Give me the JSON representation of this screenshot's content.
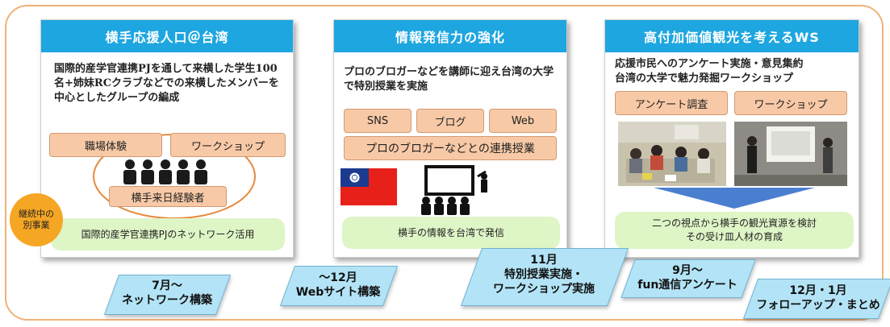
{
  "panels": [
    {
      "title": "横手応援人口＠台湾",
      "text": "国際的産学官連携PJを通して来横した学生100名+姉妹RCクラブなどでの来横したメンバーを中心としたグループの編成",
      "chips": [
        "職場体験",
        "ワークショップ",
        "横手来日経験者"
      ],
      "green": "国際的産学官連携PJのネットワーク活用"
    },
    {
      "title": "情報発信力の強化",
      "text": "プロのブロガーなどを講師に迎え台湾の大学で特別授業を実施",
      "chips": [
        "SNS",
        "ブログ",
        "Web",
        "プロのブロガーなどとの連携授業"
      ],
      "green": "横手の情報を台湾で発信"
    },
    {
      "title": "高付加価値観光を考えるWS",
      "text_line1": "応援市民へのアンケート実施・意見集約",
      "text_line2": "台湾の大学で魅力発掘ワークショップ",
      "chips": [
        "アンケート調査",
        "ワークショップ"
      ],
      "green_line1": "二つの視点から横手の観光資源を検討",
      "green_line2": "その受け皿人材の育成"
    }
  ],
  "badge": "継続中の\n別事業",
  "timeline": [
    "7月～\nネットワーク構築",
    "～12月\nWebサイト構築",
    "11月\n特別授業実施・\nワークショップ実施",
    "9月～\nfun通信アンケート",
    "12月・1月\nフォローアップ・まとめ"
  ],
  "colors": {
    "panel_header": "#1ea6e0",
    "chip": "#f8c9a6",
    "green_box": "#def5c6",
    "timeline": "#b3e3f6",
    "badge": "#f5a623",
    "frame": "#f0b27a",
    "arrow": "#4a7fd0"
  },
  "icons": [
    "people-group-icon",
    "taiwan-flag-icon",
    "lecture-audience-icon",
    "down-arrow-icon"
  ]
}
